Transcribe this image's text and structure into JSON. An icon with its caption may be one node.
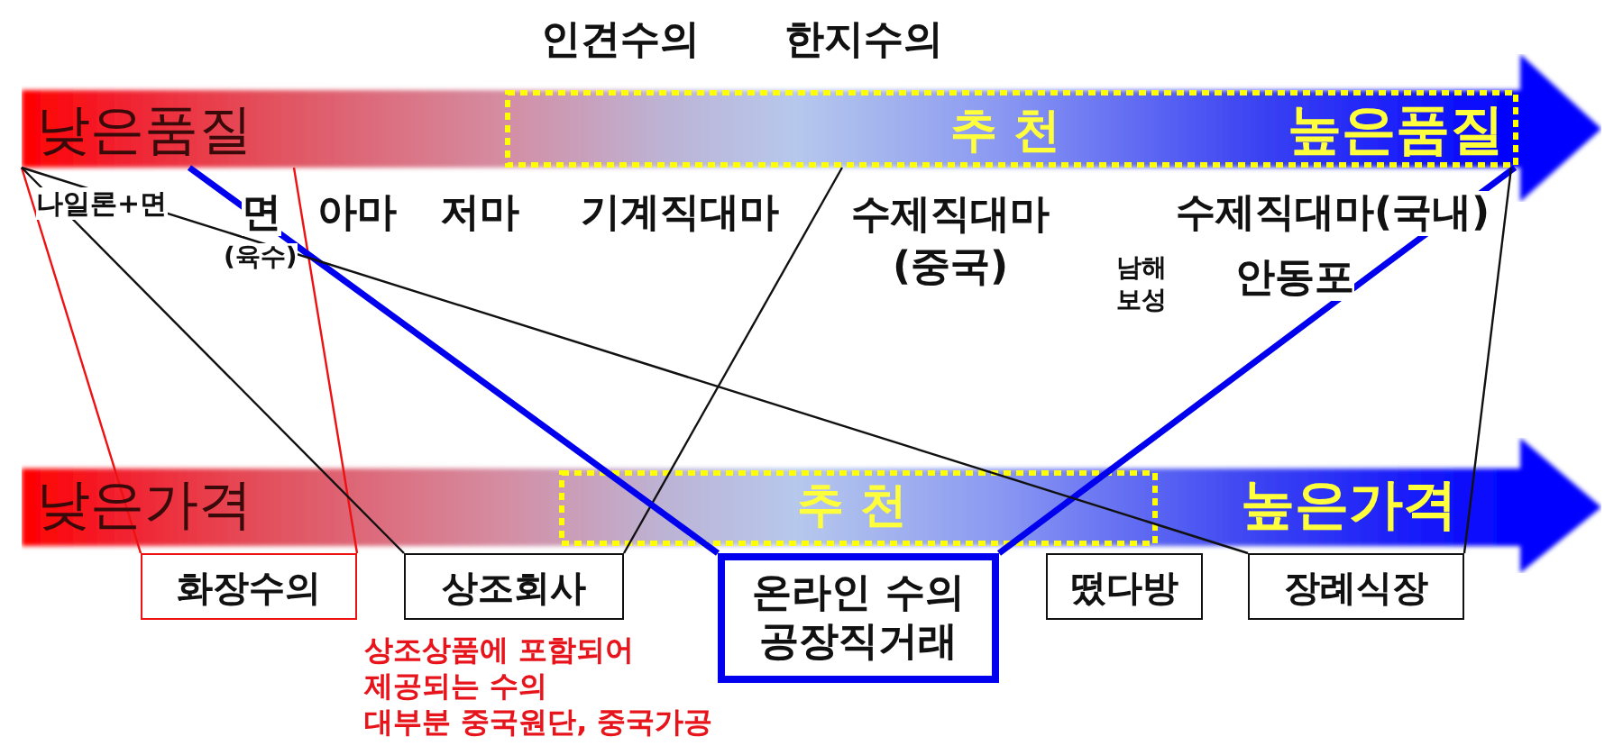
{
  "diagram": {
    "nodes": [
      {
        "text": [
          "낮은품질"
        ]
      },
      {
        "text": [
          "추 천",
          "높은품질"
        ],
        "in": 0
      },
      {
        "text": [
          "화장수의"
        ]
      },
      {
        "text": [
          "상조회사"
        ],
        "beside": [
          "상조상품에 포함되어 제공되는 수의",
          "대부분 중국원단, 중국가공"
        ]
      },
      {
        "text": [
          "온라인 수의 공장직거래"
        ]
      },
      {
        "text": [
          "떴다방"
        ]
      },
      {
        "text": [
          "장례식장"
        ]
      }
    ],
    "edges": [
      {
        "from": 0,
        "to": 2,
        "arrow": "none",
        "color": "#ee1111"
      },
      {
        "from": 0,
        "to": 2,
        "arrow": "none",
        "color": "#ee1111"
      },
      {
        "from": 0,
        "to": 3,
        "arrow": "none"
      },
      {
        "from": 0,
        "to": 3,
        "arrow": "none"
      },
      {
        "from": 0,
        "to": 4,
        "arrow": "none",
        "style": "thick",
        "color": "#0000ee"
      },
      {
        "from": 0,
        "to": 4,
        "arrow": "none",
        "style": "thick",
        "color": "#0000ee"
      },
      {
        "from": 0,
        "to": 6,
        "arrow": "none"
      },
      {
        "from": 0,
        "to": 6,
        "arrow": "none"
      }
    ],
    "labels": [
      "인견수의",
      "한지수의",
      "나일론+면",
      "면",
      "아마",
      "저마",
      "기계직대마",
      "수제직대마 (중국)",
      "수제직대마(국내)",
      "(육수)",
      "남해 보성",
      "안동포",
      "낮은가격",
      "추 천",
      "높은가격"
    ]
  }
}
